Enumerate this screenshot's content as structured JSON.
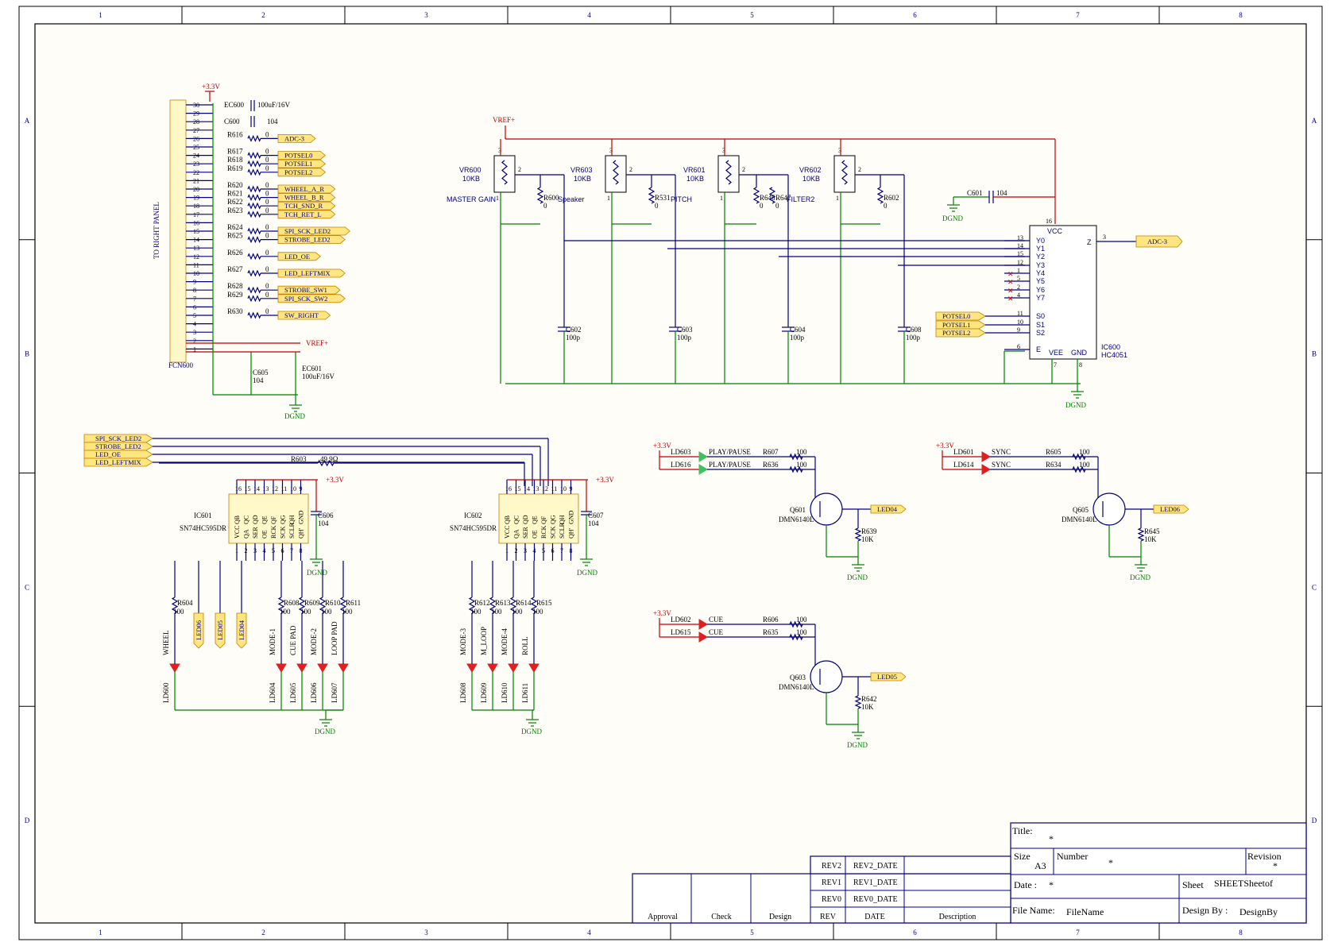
{
  "zones": {
    "cols": [
      "1",
      "2",
      "3",
      "4",
      "5",
      "6",
      "7",
      "8"
    ],
    "rows": [
      "A",
      "B",
      "C",
      "D"
    ]
  },
  "connector": {
    "title": "TO RIGHT PANEL",
    "ref": "FCN600",
    "pins": [
      "30",
      "29",
      "28",
      "27",
      "26",
      "25",
      "24",
      "23",
      "22",
      "21",
      "20",
      "19",
      "18",
      "17",
      "16",
      "15",
      "14",
      "13",
      "12",
      "11",
      "10",
      "9",
      "8",
      "7",
      "6",
      "5",
      "4",
      "3",
      "2",
      "1"
    ],
    "supply": "+3.3V",
    "ec600": "EC600",
    "ec600_val": "100uF/16V",
    "c600": "C600",
    "c600_val": "104",
    "vref": "VREF+",
    "c605": "C605",
    "c605_val": "104",
    "ec601": "EC601",
    "ec601_val": "100uF/16V",
    "dgnd": "DGND"
  },
  "resistors_left": [
    {
      "ref": "R616",
      "val": "0",
      "net": "ADC-3"
    },
    {
      "ref": "R617",
      "val": "0",
      "net": "POTSEL0"
    },
    {
      "ref": "R618",
      "val": "0",
      "net": "POTSEL1"
    },
    {
      "ref": "R619",
      "val": "0",
      "net": "POTSEL2"
    },
    {
      "ref": "R620",
      "val": "0",
      "net": "WHEEL_A_R"
    },
    {
      "ref": "R621",
      "val": "0",
      "net": "WHEEL_B_R"
    },
    {
      "ref": "R622",
      "val": "0",
      "net": "TCH_SND_R"
    },
    {
      "ref": "R623",
      "val": "0",
      "net": "TCH_RET_L"
    },
    {
      "ref": "R624",
      "val": "0",
      "net": "SPI_SCK_LED2"
    },
    {
      "ref": "R625",
      "val": "0",
      "net": "STROBE_LED2"
    },
    {
      "ref": "R626",
      "val": "0",
      "net": "LED_OE"
    },
    {
      "ref": "R627",
      "val": "0",
      "net": "LED_LEFTMIX"
    },
    {
      "ref": "R628",
      "val": "0",
      "net": "STROBE_SW1"
    },
    {
      "ref": "R629",
      "val": "0",
      "net": "SPI_SCK_SW2"
    },
    {
      "ref": "R630",
      "val": "0",
      "net": "SW_RIGHT"
    }
  ],
  "pots": [
    {
      "ref": "VR600",
      "val": "10KB",
      "label": "MASTER GAIN",
      "r": "R600",
      "rv": "0",
      "c": "C602",
      "cv": "100p"
    },
    {
      "ref": "VR603",
      "val": "10KB",
      "label": "Speaker",
      "r": "R531",
      "rv": "0",
      "c": "C603",
      "cv": "100p"
    },
    {
      "ref": "VR601",
      "val": "10KB",
      "label": "PITCH",
      "r": "R646",
      "rv": "0",
      "r2": "R647",
      "r2v": "0",
      "c": "C604",
      "cv": "100p"
    },
    {
      "ref": "VR602",
      "val": "10KB",
      "label": "FILTER2",
      "r": "R602",
      "rv": "0",
      "c": "C608",
      "cv": "100p"
    }
  ],
  "mux": {
    "ref": "IC600",
    "part": "HC4051",
    "vref": "VREF+",
    "c601": "C601",
    "c601_val": "104",
    "dgnd": "DGND",
    "vcc": "VCC",
    "z": "Z",
    "out_net": "ADC-3",
    "pins_left": [
      "Y0",
      "Y1",
      "Y2",
      "Y3",
      "Y4",
      "Y5",
      "Y6",
      "Y7",
      "S0",
      "S1",
      "S2",
      "E",
      "VEE",
      "GND"
    ],
    "pinnums": [
      "13",
      "14",
      "15",
      "12",
      "1",
      "5",
      "2",
      "4",
      "11",
      "10",
      "9",
      "6",
      "7",
      "8",
      "16",
      "3"
    ],
    "sel_nets": [
      "POTSEL0",
      "POTSEL1",
      "POTSEL2"
    ]
  },
  "shift_left": {
    "ref": "IC601",
    "part": "SN74HC595DR",
    "in_nets": [
      "SPI_SCK_LED2",
      "STROBE_LED2",
      "LED_OE",
      "LED_LEFTMIX"
    ],
    "r603": "R603",
    "r603_val": "49.9Ω",
    "supply": "+3.3V",
    "c606": "C606",
    "c606_val": "104",
    "dgnd": "DGND",
    "pins": [
      "QB",
      "VCC",
      "QC",
      "QA",
      "QD",
      "SER",
      "QE",
      "OE",
      "QF",
      "RCK",
      "QG",
      "SCK",
      "QH",
      "SCLR",
      "GND",
      "QH'"
    ],
    "res": [
      {
        "ref": "R604",
        "val": "100",
        "led": "LD600",
        "name": "WHEEL"
      },
      {
        "ref": "R608",
        "val": "100",
        "led": "LD604",
        "name": "MODE-1"
      },
      {
        "ref": "R609",
        "val": "100",
        "led": "LD605",
        "name": "CUE PAD"
      },
      {
        "ref": "R610",
        "val": "100",
        "led": "LD606",
        "name": "MODE-2"
      },
      {
        "ref": "R611",
        "val": "100",
        "led": "LD607",
        "name": "LOOP PAD"
      }
    ],
    "outflags": [
      "LED06",
      "LED05",
      "LED04"
    ]
  },
  "shift_right": {
    "ref": "IC602",
    "part": "SN74HC595DR",
    "supply": "+3.3V",
    "c607": "C607",
    "c607_val": "104",
    "dgnd": "DGND",
    "res": [
      {
        "ref": "R612",
        "val": "100",
        "led": "LD608",
        "name": "MODE-3"
      },
      {
        "ref": "R613",
        "val": "100",
        "led": "LD609",
        "name": "M_LOOP"
      },
      {
        "ref": "R614",
        "val": "100",
        "led": "LD610",
        "name": "MODE-4"
      },
      {
        "ref": "R615",
        "val": "100",
        "led": "LD611",
        "name": "ROLL"
      }
    ]
  },
  "drivers": [
    {
      "supply": "+3.3V",
      "led1": "LD603",
      "led2": "LD616",
      "lab1": "PLAY/PAUSE",
      "lab2": "PLAY/PAUSE",
      "r1": "R607",
      "r2": "R636",
      "rv": "100",
      "q": "Q601",
      "qpart": "DMN6140L",
      "net": "LED04",
      "rb": "R639",
      "rbv": "10K",
      "dgnd": "DGND",
      "color": "#40c060"
    },
    {
      "supply": "+3.3V",
      "led1": "LD601",
      "led2": "LD614",
      "lab1": "SYNC",
      "lab2": "SYNC",
      "r1": "R605",
      "r2": "R634",
      "rv": "100",
      "q": "Q605",
      "qpart": "DMN6140L",
      "net": "LED06",
      "rb": "R645",
      "rbv": "10K",
      "dgnd": "DGND",
      "color": "#e02020"
    },
    {
      "supply": "+3.3V",
      "led1": "LD602",
      "led2": "LD615",
      "lab1": "CUE",
      "lab2": "CUE",
      "r1": "R606",
      "r2": "R635",
      "rv": "100",
      "q": "Q603",
      "qpart": "DMN6140L",
      "net": "LED05",
      "rb": "R642",
      "rbv": "10K",
      "dgnd": "DGND",
      "color": "#e02020"
    }
  ],
  "titleblock": {
    "title_label": "Title:",
    "title_val": "*",
    "size_label": "Size",
    "size_val": "A3",
    "number_label": "Number",
    "number_val": "*",
    "revision_label": "Revision",
    "revision_val": "*",
    "date_label": "Date :",
    "date_val": "*",
    "sheet_label": "Sheet",
    "sheet_val": "SHEETSheetof",
    "file_label": "File Name:",
    "file_val": "FileName",
    "design_label": "Design By :",
    "design_val": "DesignBy",
    "rev_rows": [
      {
        "rev": "REV2",
        "date": "REV2_DATE"
      },
      {
        "rev": "REV1",
        "date": "REV1_DATE"
      },
      {
        "rev": "REV0",
        "date": "REV0_DATE"
      }
    ],
    "cols": [
      "Approval",
      "Check",
      "Design",
      "REV",
      "DATE",
      "Description"
    ]
  }
}
